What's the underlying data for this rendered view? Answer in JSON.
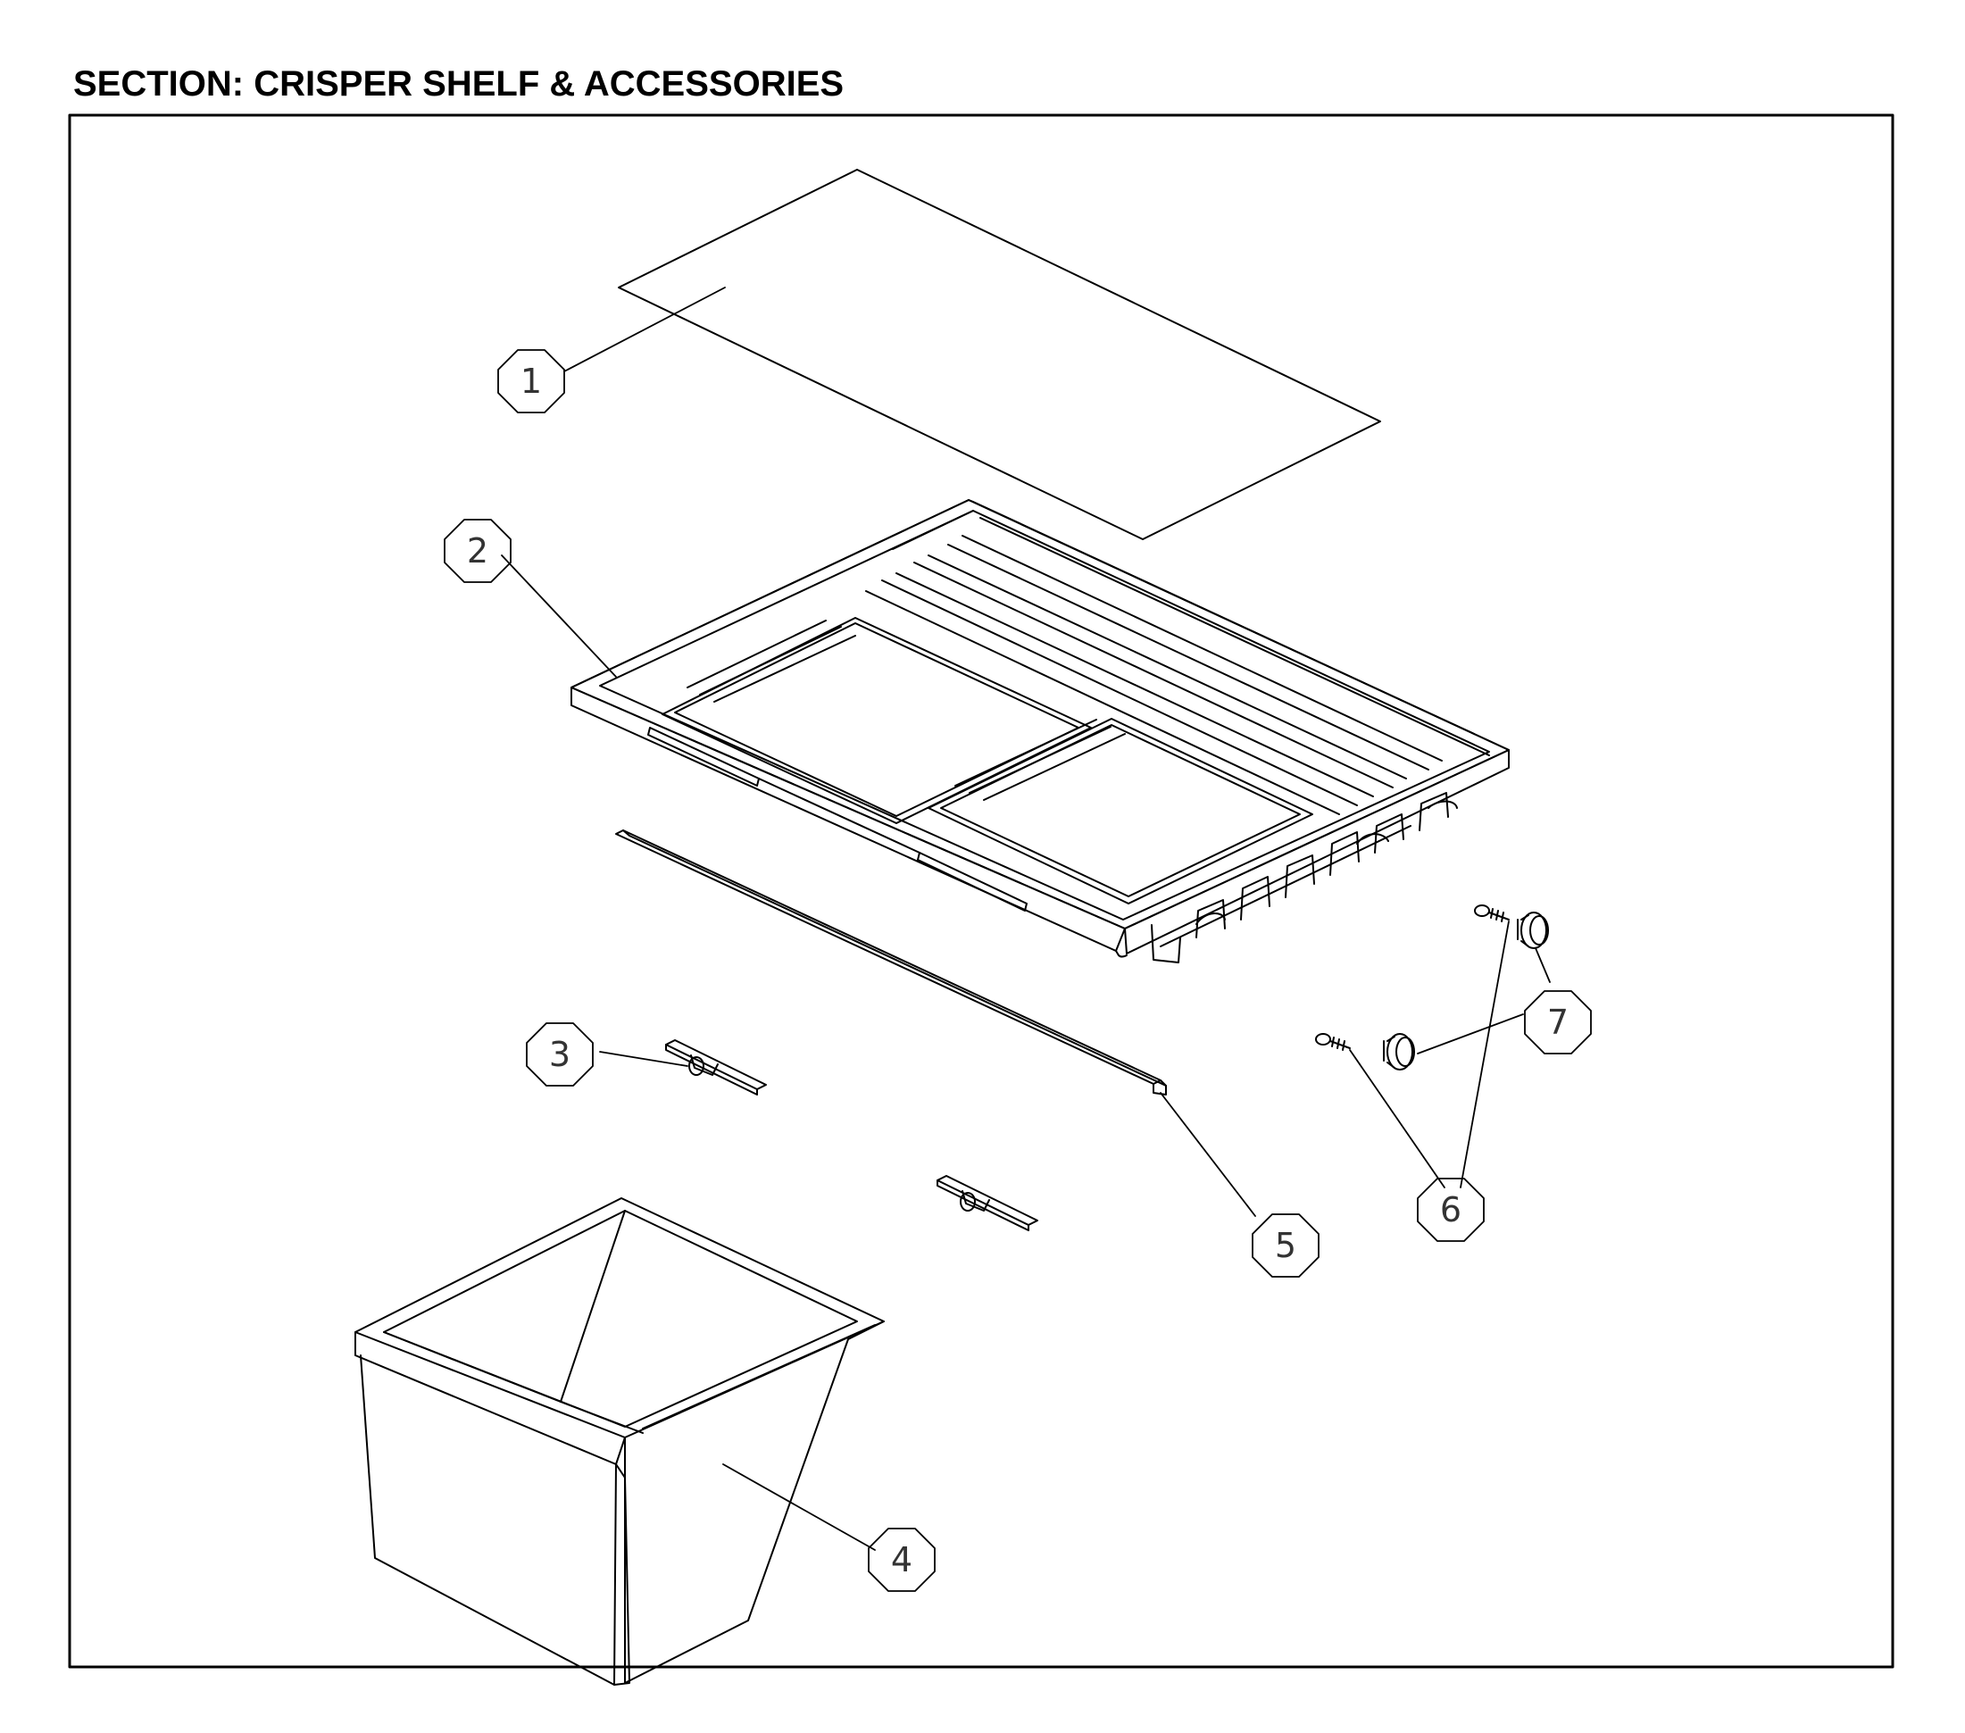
{
  "title": "SECTION: CRISPER SHELF & ACCESSORIES",
  "callouts": [
    {
      "id": "1",
      "label": "1",
      "part": "glass-shelf"
    },
    {
      "id": "2",
      "label": "2",
      "part": "shelf-frame"
    },
    {
      "id": "3",
      "label": "3",
      "part": "drawer-slide"
    },
    {
      "id": "4",
      "label": "4",
      "part": "crisper-drawer"
    },
    {
      "id": "5",
      "label": "5",
      "part": "rail-strip"
    },
    {
      "id": "6",
      "label": "6",
      "part": "screws"
    },
    {
      "id": "7",
      "label": "7",
      "part": "roller-wheels"
    }
  ],
  "colors": {
    "line": "#000000",
    "callout": "#333333",
    "background": "#ffffff"
  }
}
